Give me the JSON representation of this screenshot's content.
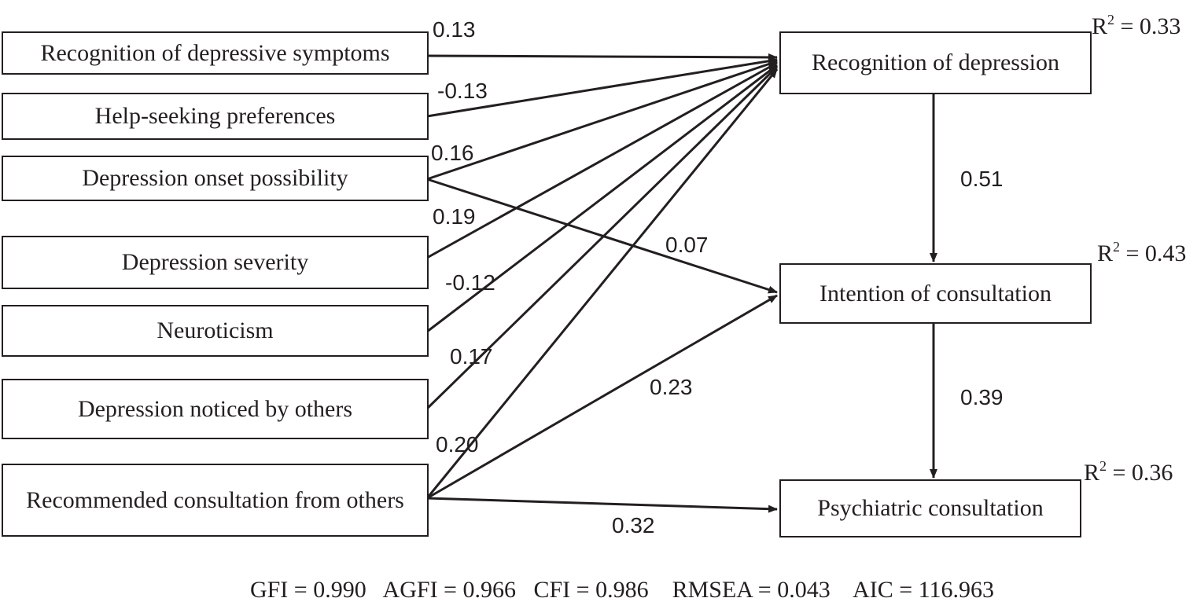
{
  "predictors": {
    "symptoms": "Recognition of depressive symptoms",
    "help_seeking": "Help-seeking preferences",
    "onset": "Depression onset possibility",
    "severity": "Depression severity",
    "neuroticism": "Neuroticism",
    "noticed": "Depression noticed by others",
    "recommended": "Recommended consultation from others"
  },
  "outcomes": {
    "recognition": "Recognition of depression",
    "intention": "Intention of consultation",
    "consultation": "Psychiatric consultation"
  },
  "r_squared": {
    "recognition": {
      "label": "R",
      "sup": "2",
      "value": " = 0.33"
    },
    "intention": {
      "label": "R",
      "sup": "2",
      "value": " = 0.43"
    },
    "consultation": {
      "label": "R",
      "sup": "2",
      "value": " = 0.36"
    }
  },
  "coefficients": {
    "symptoms_to_recognition": "0.13",
    "help_seeking_to_recognition": "-0.13",
    "onset_to_recognition": "0.16",
    "severity_to_recognition": "0.19",
    "onset_to_intention": "0.07",
    "neuroticism_to_recognition": "-0.12",
    "noticed_to_recognition": "0.17",
    "recommended_to_intention": "0.23",
    "recommended_to_recognition": "0.20",
    "recommended_to_consultation": "0.32",
    "recognition_to_intention": "0.51",
    "intention_to_consultation": "0.39"
  },
  "fit_indices": "GFI = 0.990   AGFI = 0.966   CFI = 0.986    RMSEA = 0.043    AIC = 116.963",
  "colors": {
    "ink": "#231f20"
  }
}
